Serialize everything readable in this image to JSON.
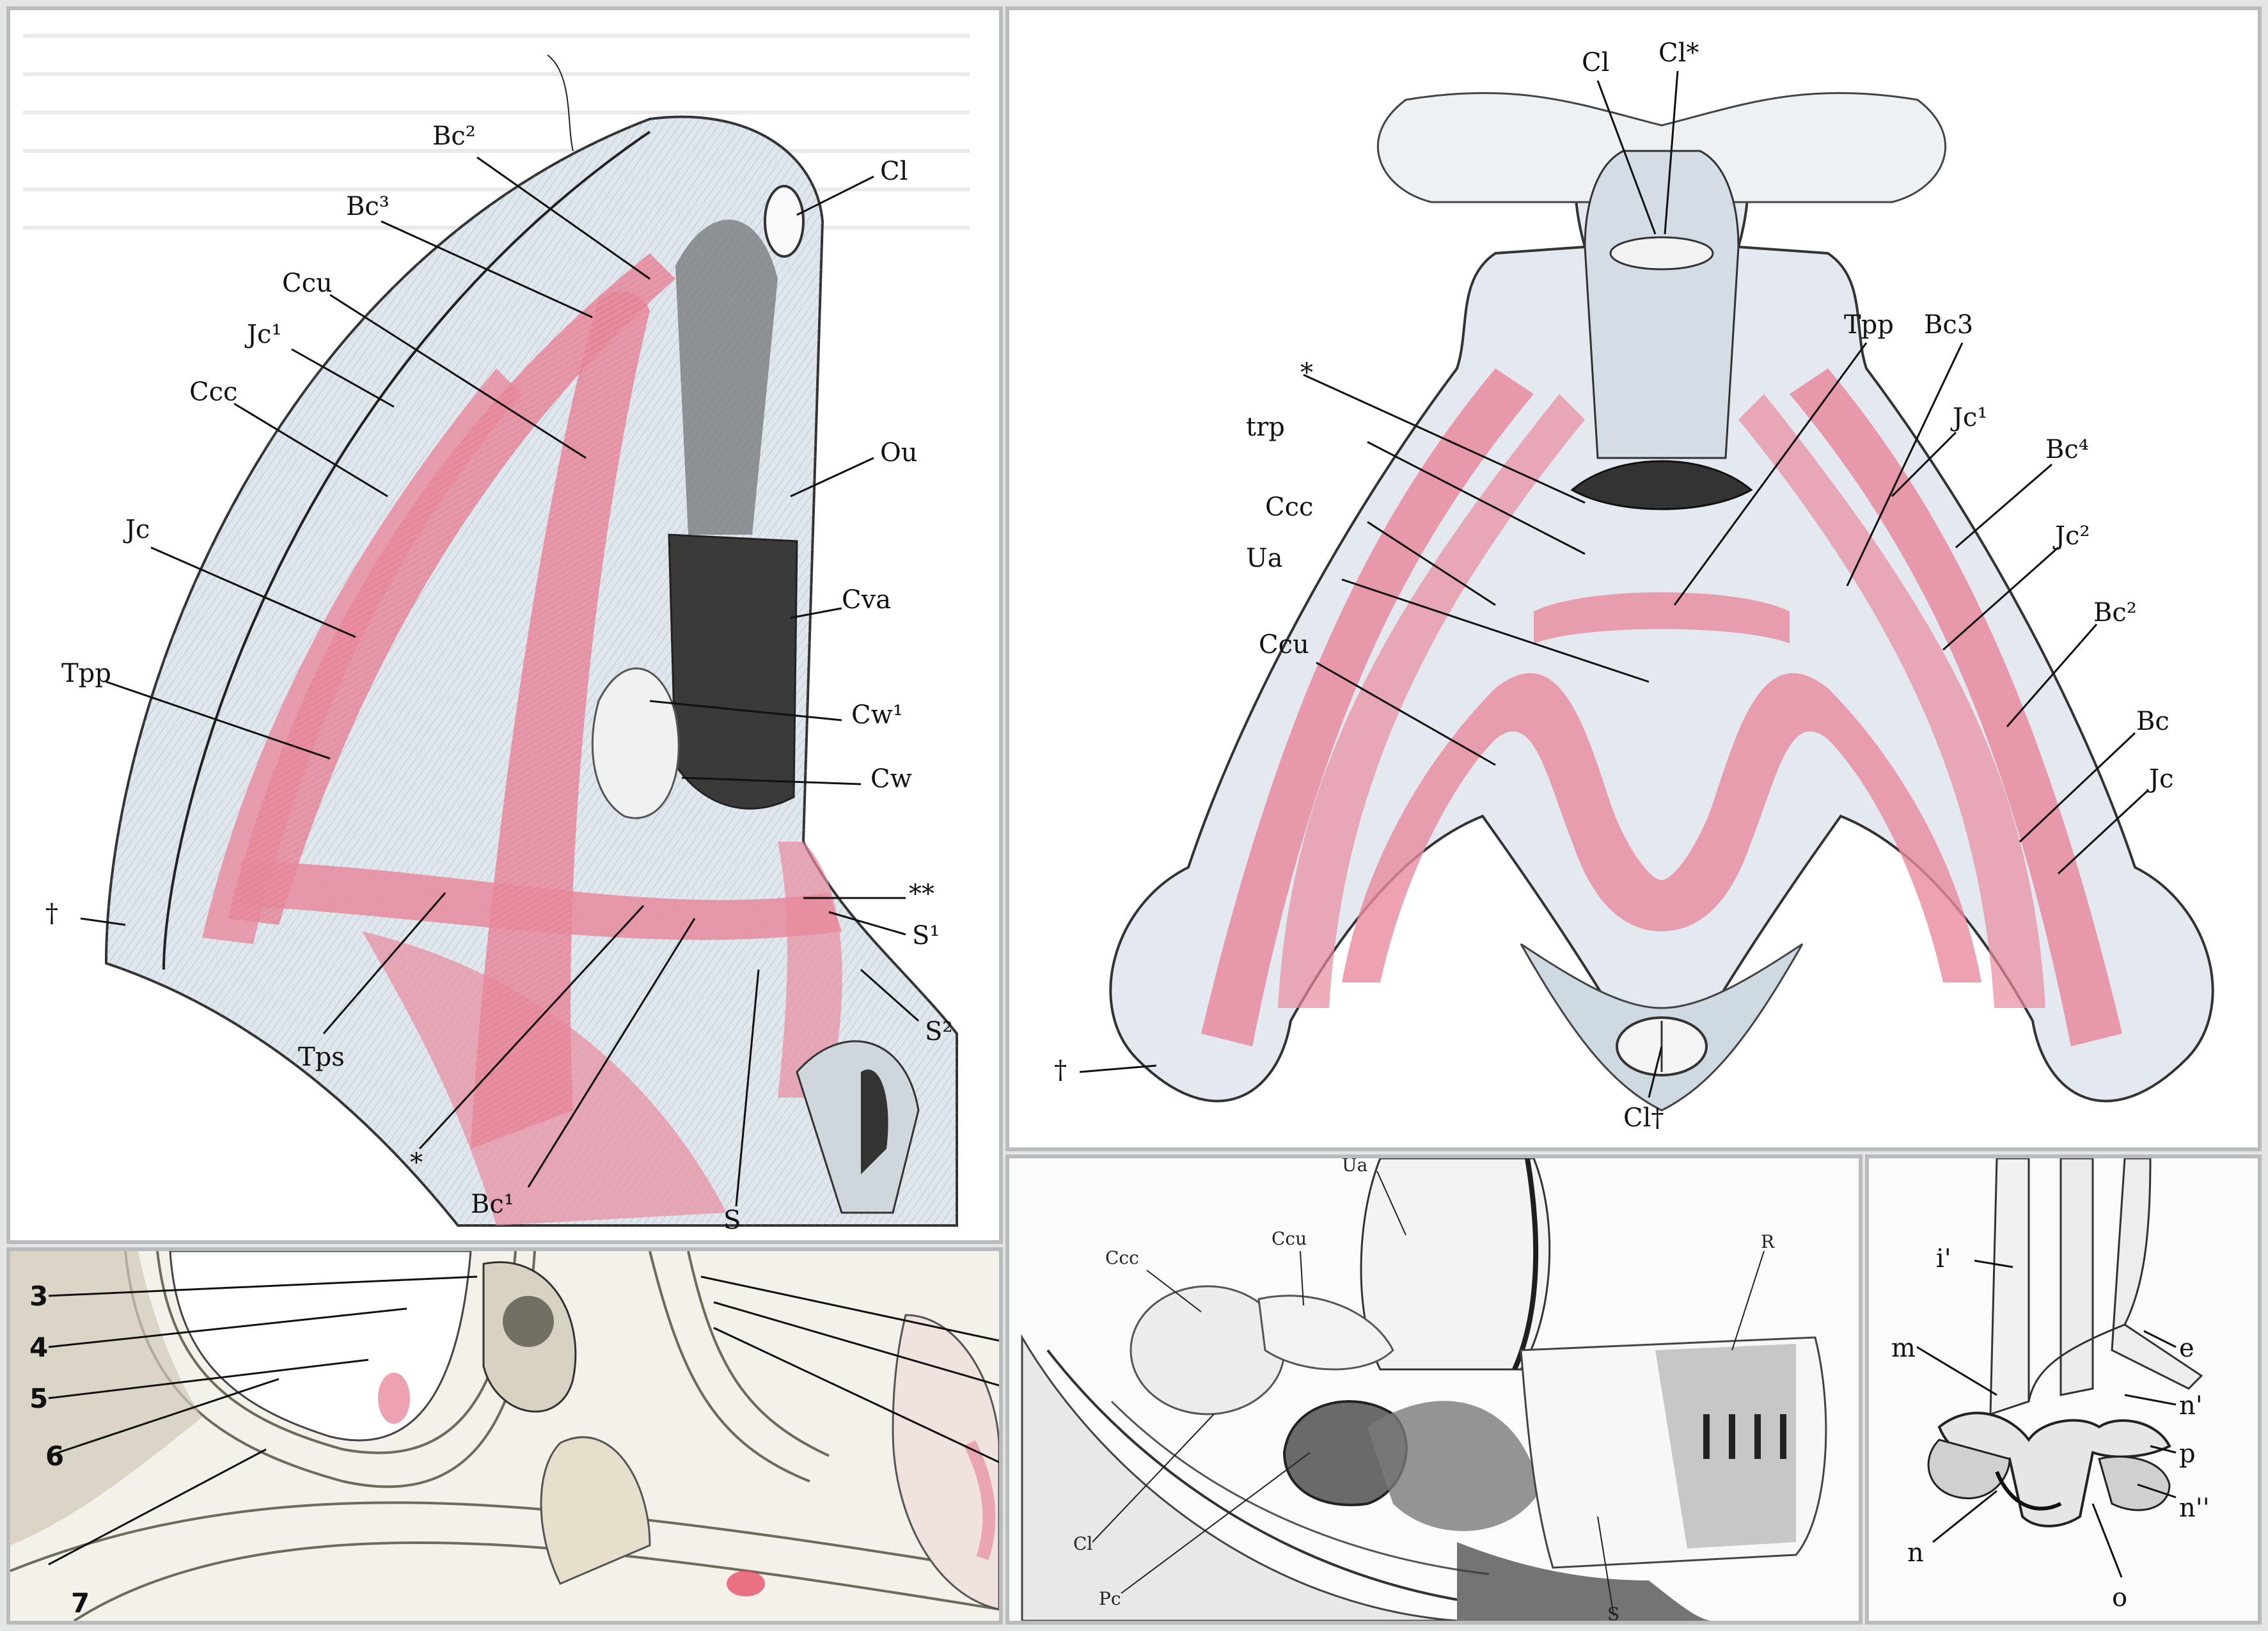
{
  "panels": {
    "left_top": {
      "labels": [
        "Bc²",
        "Bc³",
        "Cl",
        "Ccu",
        "Jc¹",
        "Ccc",
        "Ou",
        "Jc",
        "Cva",
        "Tpp",
        "Cw¹",
        "Cw",
        "**",
        "S¹",
        "†",
        "S²",
        "Tps",
        "*",
        "Bc¹",
        "S"
      ]
    },
    "right_top": {
      "labels": [
        "Cl",
        "Cl*",
        "Tpp",
        "Bc3",
        "*",
        "trp",
        "Jc¹",
        "Bc⁴",
        "Ccc",
        "Ua",
        "Jc²",
        "Ccu",
        "Bc²",
        "Bc",
        "Jc",
        "†",
        "Cl†"
      ]
    },
    "bottom_left": {
      "numbers": [
        "3",
        "4",
        "5",
        "6",
        "7"
      ]
    },
    "bottom_middle": {
      "labels": [
        "Ua",
        "Ccu",
        "Ccc",
        "R",
        "Cl",
        "Pc",
        "S"
      ]
    },
    "bottom_right": {
      "labels": [
        "i'",
        "m",
        "e",
        "n'",
        "p",
        "n",
        "n''",
        "o"
      ]
    }
  },
  "colors": {
    "muscle_red": "#e88a9e",
    "tissue_blue": "#b8c8d8",
    "ink": "#111111",
    "frame": "#b9bcbc"
  }
}
